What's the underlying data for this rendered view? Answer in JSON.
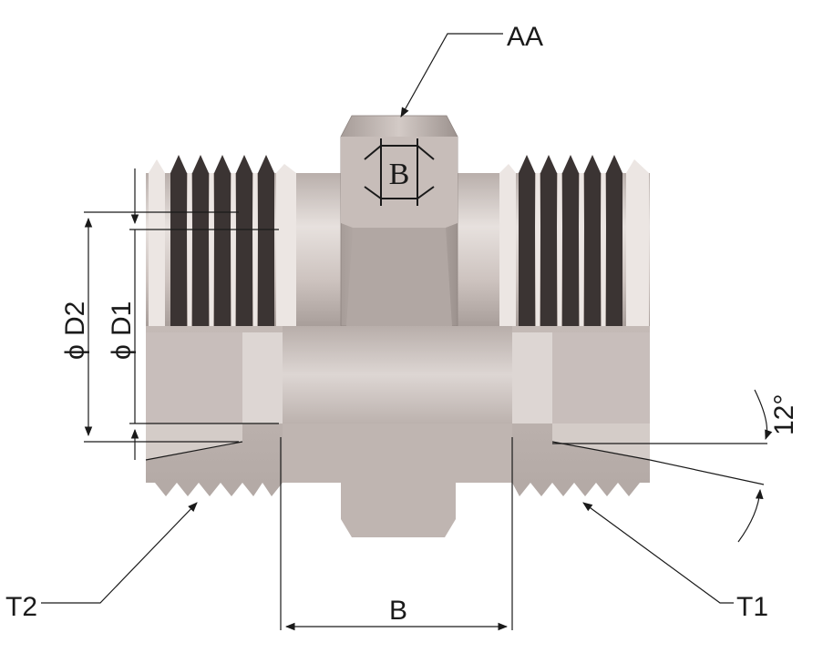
{
  "labels": {
    "aa": "AA",
    "d2": "D2",
    "d1": "D1",
    "diameter_symbol": "ϕ",
    "angle": "12°",
    "b": "B",
    "t1": "T1",
    "t2": "T2"
  },
  "logo": {
    "letter": "B"
  },
  "colors": {
    "metal_light": "#e2dbd8",
    "metal_mid": "#c9bfbb",
    "metal_dark": "#8e8480",
    "thread_dark": "#3b3433",
    "line": "#1a1a1a"
  }
}
